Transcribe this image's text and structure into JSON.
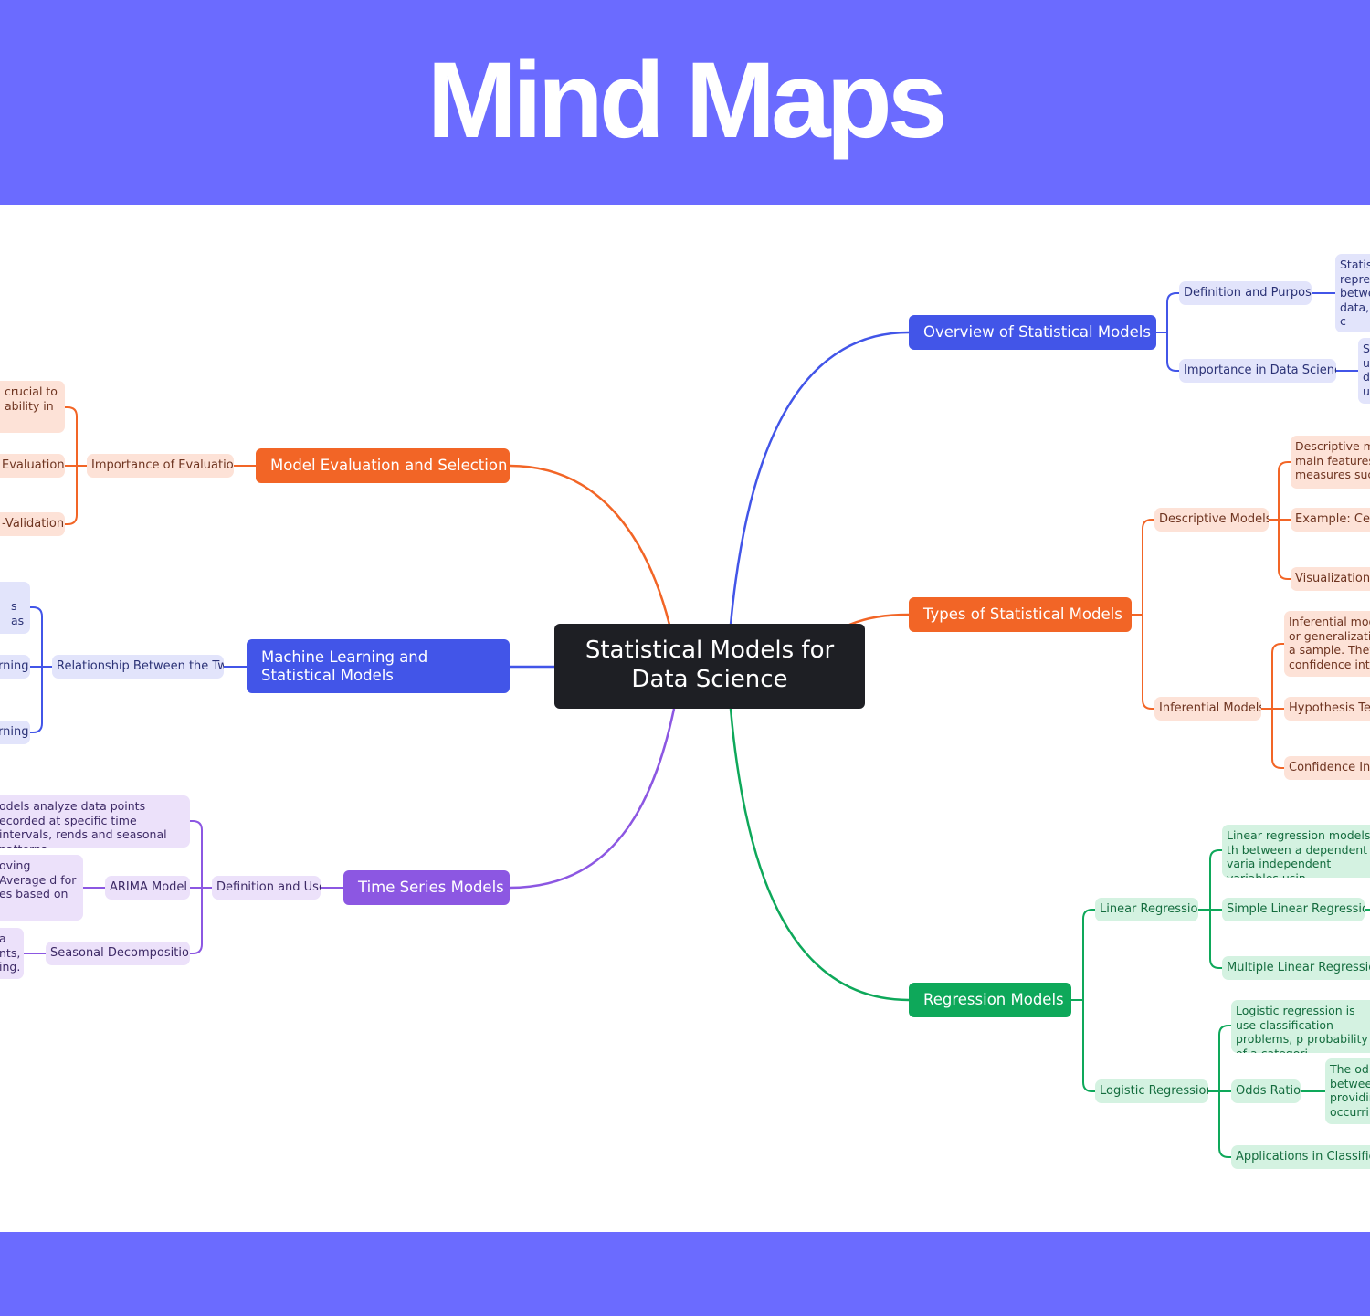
{
  "header": {
    "title": "Mind Maps"
  },
  "colors": {
    "banner": "#6b6bff",
    "root": "#1e1f24",
    "blue": "#4255e8",
    "orange": "#f26526",
    "purple": "#8c57e2",
    "green": "#0ea85a"
  },
  "mindmap": {
    "root": {
      "label": "Statistical Models for Data Science"
    },
    "overview": {
      "label": "Overview of Statistical Models",
      "definition": {
        "label": "Definition and Purpose",
        "detail": "Statis repres betwe data, from c"
      },
      "importance": {
        "label": "Importance in Data Science",
        "detail": "S u d u"
      }
    },
    "types": {
      "label": "Types of Statistical Models",
      "descriptive": {
        "label": "Descriptive Models",
        "detail": "Descriptive m main features measures such",
        "example": "Example: Cen",
        "visualization": "Visualization T"
      },
      "inferential": {
        "label": "Inferential Models",
        "detail": "Inferential mod or generalizatio a sample. They confidence inte",
        "hypothesis": "Hypothesis Tes",
        "confidence": "Confidence Inte"
      }
    },
    "regression": {
      "label": "Regression Models",
      "linear": {
        "label": "Linear Regression",
        "detail": "Linear regression models th between a dependent varia independent variables usin",
        "simple": "Simple Linear Regression",
        "multiple": "Multiple Linear Regression"
      },
      "logistic": {
        "label": "Logistic Regression",
        "detail": "Logistic regression is use classification problems, p probability of a categori",
        "odds": {
          "label": "Odds Ratio",
          "detail": "The od betwee providin occurri"
        },
        "applications": "Applications in Classifica"
      }
    },
    "evaluation": {
      "label": "Model Evaluation and Selection",
      "importance": {
        "label": "Importance of Evaluation",
        "detail": "crucial to ability in",
        "metrics": "Evaluation",
        "cross_validation": "-Validation"
      }
    },
    "ml": {
      "label": "Machine Learning and Statistical Models",
      "relationship": {
        "label": "Relationship Between the Two",
        "detail": "s as",
        "item2": "rning",
        "item3": "rning"
      }
    },
    "timeseries": {
      "label": "Time Series Models",
      "definition": {
        "label": "Definition and Use",
        "detail": "odels analyze data points ecorded at specific time intervals, rends and seasonal patterns.",
        "arima": {
          "label": "ARIMA Model",
          "detail": "oving Average d for es based on"
        },
        "seasonal": {
          "label": "Seasonal Decomposition",
          "detail": "a nts, ing."
        }
      }
    }
  }
}
